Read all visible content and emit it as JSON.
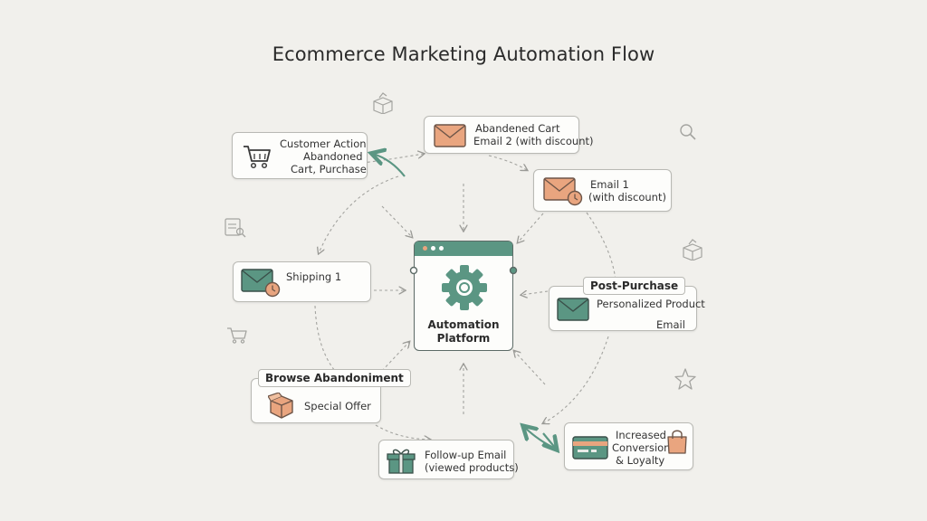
{
  "title": "Ecommerce Marketing Automation Flow",
  "center": {
    "line1": "Automation",
    "line2": "Platform"
  },
  "nodes": {
    "customer_action": {
      "line1": "Customer Action",
      "line2": "Abandoned",
      "line3": "Cart, Purchase"
    },
    "abandoned_cart": {
      "line1": "Abandened Cart",
      "line2": "Email 2 (with discount)"
    },
    "email1": {
      "line1": "Email 1",
      "line2": "(with discount)"
    },
    "shipping": {
      "line1": "Shipping 1"
    },
    "post_purchase": {
      "tag": "Post-Purchase",
      "line1": "Personalized Product",
      "line2": "Email"
    },
    "browse": {
      "tag": "Browse Abandoniment",
      "line1": "Special Offer"
    },
    "followup": {
      "line1": "Follow-up Email",
      "line2": "(viewed products)"
    },
    "conversion": {
      "line1": "Increased",
      "line2": "Conversion",
      "line3": "& Loyalty"
    }
  },
  "colors": {
    "accent_green": "#5b9683",
    "accent_orange": "#e9a57f",
    "arrow_gray": "#9a9a96"
  },
  "icons": [
    "cart-icon",
    "envelope-icon",
    "clock-icon",
    "gear-icon",
    "box-icon",
    "gift-icon",
    "credit-card-icon",
    "shopping-bag-icon",
    "search-icon",
    "star-icon",
    "document-icon"
  ]
}
